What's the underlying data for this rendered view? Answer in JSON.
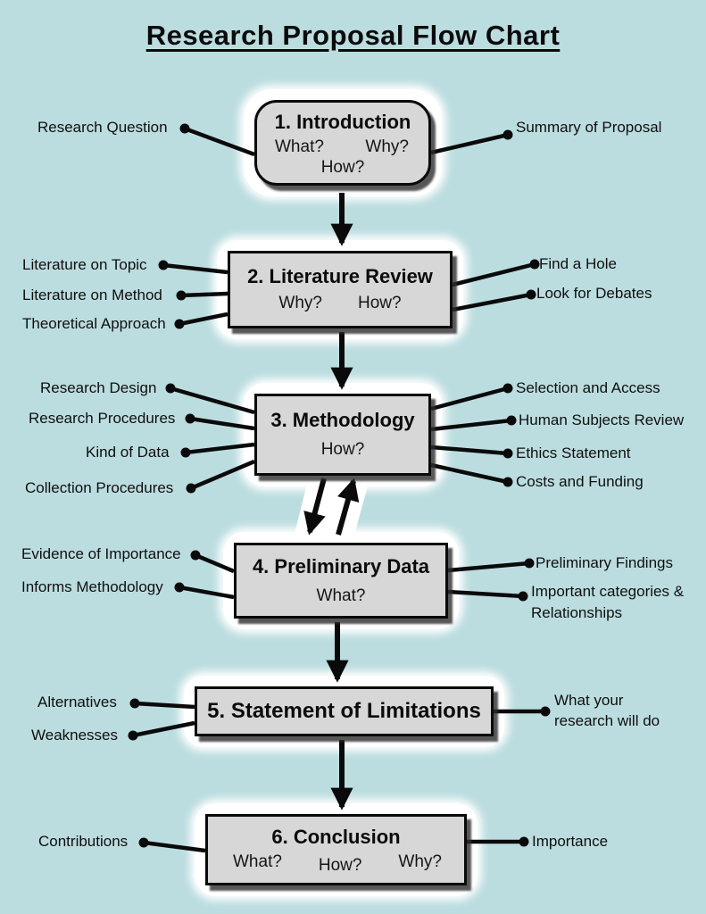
{
  "title": "Research Proposal Flow Chart",
  "colors": {
    "background": "#bcdde0",
    "box_fill": "#d7d7d7",
    "box_border": "#0a0a0a",
    "connector": "#0a0a0a",
    "glow": "#ffffff"
  },
  "boxes": [
    {
      "title": "1. Introduction",
      "questions": [
        "What?",
        "Why?",
        "How?"
      ]
    },
    {
      "title": "2. Literature Review",
      "questions": [
        "Why?",
        "How?"
      ]
    },
    {
      "title": "3. Methodology",
      "questions": [
        "How?"
      ]
    },
    {
      "title": "4. Preliminary Data",
      "questions": [
        "What?"
      ]
    },
    {
      "title": "5. Statement of Limitations",
      "questions": []
    },
    {
      "title": "6. Conclusion",
      "questions": [
        "What?",
        "How?",
        "Why?"
      ]
    }
  ],
  "side_labels": {
    "left": [
      "Research Question",
      "Literature on Topic",
      "Literature on Method",
      "Theoretical Approach",
      "Research Design",
      "Research Procedures",
      "Kind of Data",
      "Collection Procedures",
      "Evidence of Importance",
      "Informs Methodology",
      "Alternatives",
      "Weaknesses",
      "Contributions"
    ],
    "right": [
      "Summary of Proposal",
      "Find a Hole",
      "Look for Debates",
      "Selection and Access",
      "Human Subjects Review",
      "Ethics Statement",
      "Costs and Funding",
      "Preliminary Findings",
      "Important categories & Relationships",
      "What your research will do",
      "Importance"
    ]
  }
}
